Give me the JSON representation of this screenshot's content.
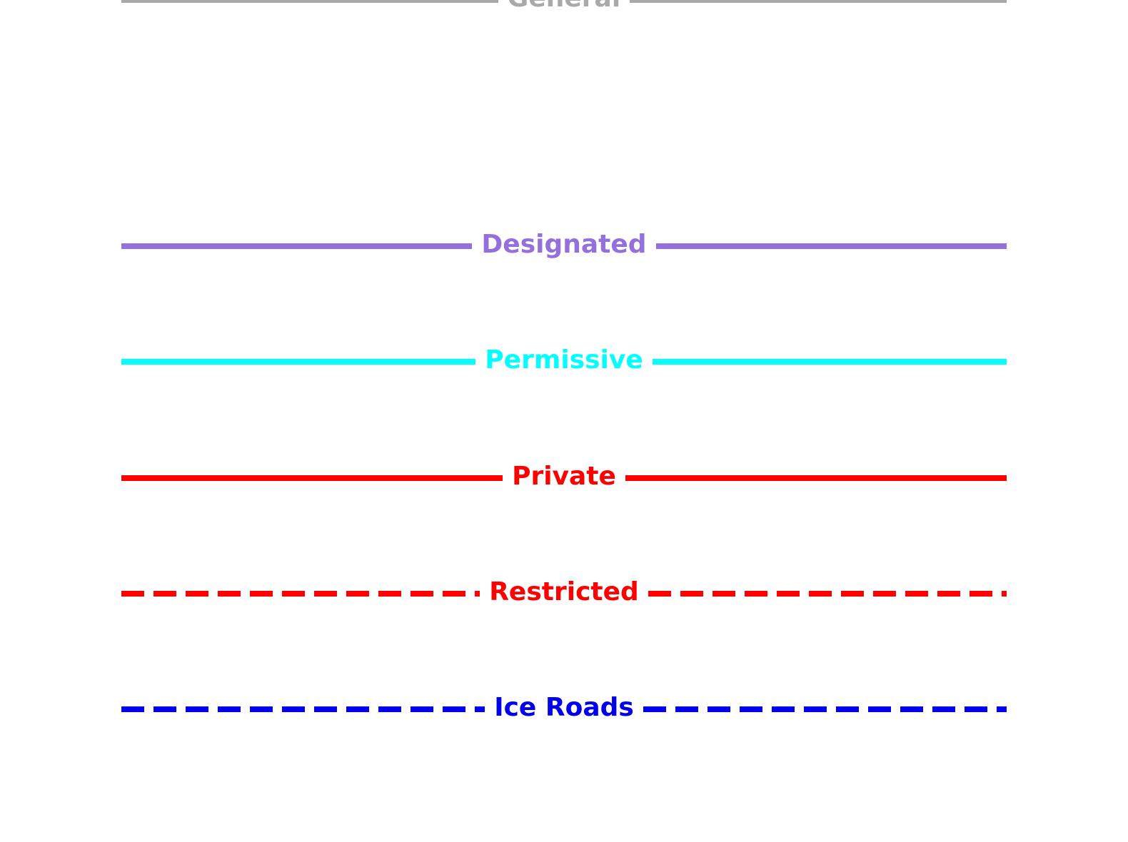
{
  "page": {
    "background_color": "#ffffff"
  },
  "legend": {
    "items": [
      {
        "label": "Designated",
        "color": "#9370DB",
        "line_style": "solid"
      },
      {
        "label": "Permissive",
        "color": "#00FFFF",
        "line_style": "solid"
      },
      {
        "label": "Private",
        "color": "#FF0000",
        "line_style": "solid"
      },
      {
        "label": "Restricted",
        "color": "#FF0000",
        "line_style": "dashed"
      },
      {
        "label": "Ice Roads",
        "color": "#0000EE",
        "line_style": "dashed"
      },
      {
        "label": "General",
        "color": "#A9A9A9",
        "line_style": "solid"
      }
    ]
  }
}
